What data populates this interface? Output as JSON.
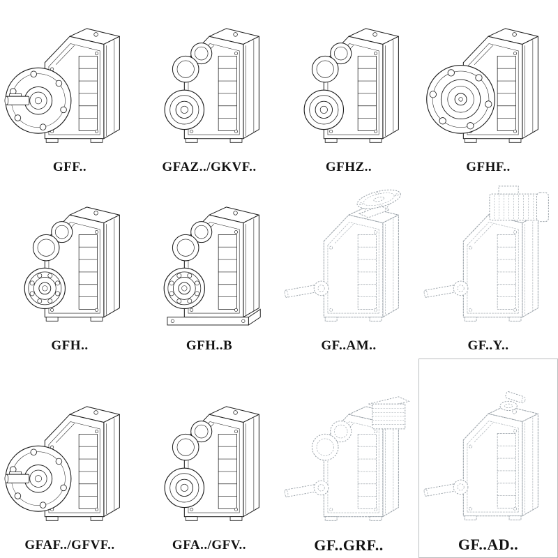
{
  "page": {
    "background": "#ffffff",
    "line_color": "#1c1c1c",
    "faded_line_color": "#99a1a8"
  },
  "grid": {
    "cells": [
      {
        "label": "GFF..",
        "drawing": "gearbox-output-flange-with-shaft"
      },
      {
        "label": "GFAZ../GKVF..",
        "drawing": "gearbox-hollow-shaft-bores"
      },
      {
        "label": "GFHZ..",
        "drawing": "gearbox-hollow-shaft-bores"
      },
      {
        "label": "GFHF..",
        "drawing": "gearbox-output-flange-face"
      },
      {
        "label": "GFH..",
        "drawing": "gearbox-bearing-face"
      },
      {
        "label": "GFH..B",
        "drawing": "gearbox-bearing-face-foot-mounted"
      },
      {
        "label": "GF..AM..",
        "drawing": "gearbox-motor-adapter-top-flange"
      },
      {
        "label": "GF..Y..",
        "drawing": "gearbox-with-mounted-motor"
      },
      {
        "label": "GFAF../GFVF..",
        "drawing": "gearbox-output-flange-with-shaft"
      },
      {
        "label": "GFA../GFV..",
        "drawing": "gearbox-hollow-shaft-bores"
      },
      {
        "label": "GF..GRF..",
        "drawing": "gearbox-with-terminal-box"
      },
      {
        "label": "GF..AD..",
        "drawing": "gearbox-top-input-shaft-adapter"
      }
    ]
  }
}
